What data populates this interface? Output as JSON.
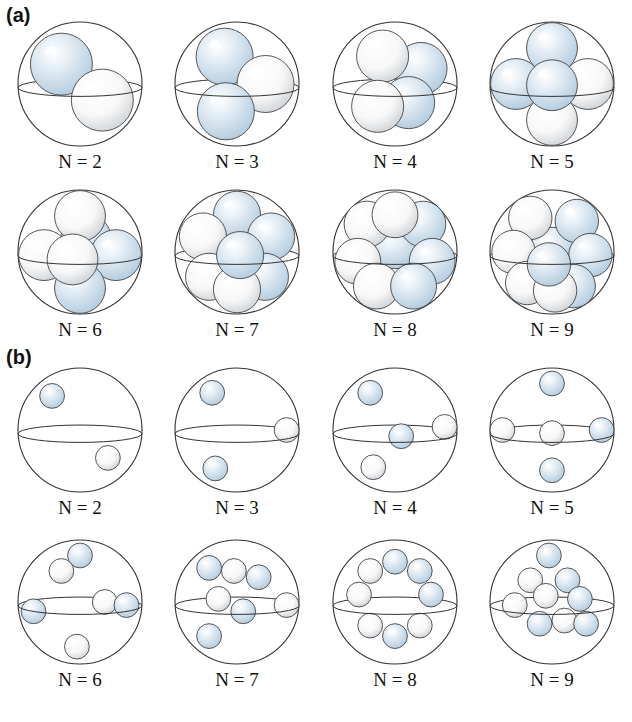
{
  "diagram": {
    "labels": [
      "(a)",
      "N = 2",
      "N = 3",
      "N = 4",
      "N = 5",
      "N = 6",
      "N = 7",
      "N = 8",
      "N = 9",
      "(b)",
      "N = 2",
      "N = 3",
      "N = 4",
      "N = 5",
      "N = 6",
      "N = 7",
      "N = 8",
      "N = 9"
    ]
  }
}
